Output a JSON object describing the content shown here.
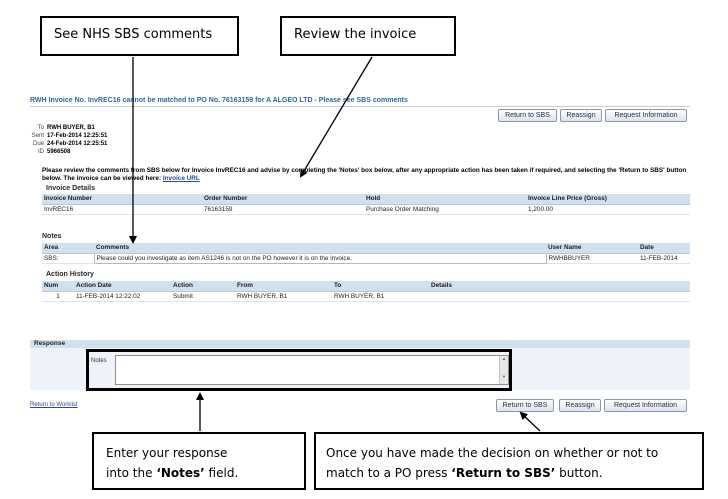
{
  "callouts": {
    "sbs_comments": "See NHS SBS comments",
    "review_invoice": "Review the invoice",
    "notes": {
      "line1": "Enter your response",
      "line2_pre": "into the ",
      "line2_bold": "‘Notes’",
      "line2_post": " field."
    },
    "return": {
      "line1": "Once you have made the decision on whether or not to",
      "line2_pre": "match to a PO press ",
      "line2_bold": "‘Return to SBS’",
      "line2_post": " button."
    }
  },
  "page": {
    "title": "RWH Invoice No. InvREC16 cannot be matched to PO No. 76163159 for A ALGEO LTD - Please see SBS comments",
    "buttons": {
      "return": "Return to SBS",
      "reassign": "Reassign",
      "request": "Request Information"
    }
  },
  "header": {
    "to_label": "To",
    "to_value": "RWH BUYER, B1",
    "sent_label": "Sent",
    "sent_value": "17-Feb-2014 12:25:51",
    "due_label": "Due",
    "due_value": "24-Feb-2014 12:25:51",
    "id_label": "ID",
    "id_value": "5966508"
  },
  "instructions": {
    "text": "Please review the comments from SBS below for Invoice InvREC16 and advise by completing the 'Notes' box below, after any appropriate action has been taken if required, and selecting the 'Return to SBS' button below. The invoice can be viewed here:",
    "link": "Invoice URL"
  },
  "invoice_details": {
    "heading": "Invoice Details",
    "columns": [
      "Invoice Number",
      "Order Number",
      "Hold",
      "Invoice Line Price (Gross)"
    ],
    "row": [
      "InvREC16",
      "76163159",
      "Purchase Order Matching",
      "1,200.00"
    ]
  },
  "notes_section": {
    "heading": "Notes",
    "columns": [
      "Area",
      "Comments",
      "User Name",
      "Date"
    ],
    "row": [
      "SBS:",
      "Please could you investigate as item AS1246 is not on the PO however it is on the invoice.",
      "RWHBBUYER",
      "11-FEB-2014"
    ]
  },
  "action_history": {
    "heading": "Action History",
    "columns": [
      "Num",
      "Action Date",
      "Action",
      "From",
      "To",
      "Details"
    ],
    "row": [
      "1",
      "11-FEB-2014 12:22:02",
      "Submit",
      "RWH BUYER, B1",
      "RWH BUYER, B1",
      ""
    ]
  },
  "response": {
    "heading": "Response",
    "notes_label": "Notes",
    "notes_value": ""
  },
  "footer": {
    "worklist_link": "Return to Worklist"
  }
}
